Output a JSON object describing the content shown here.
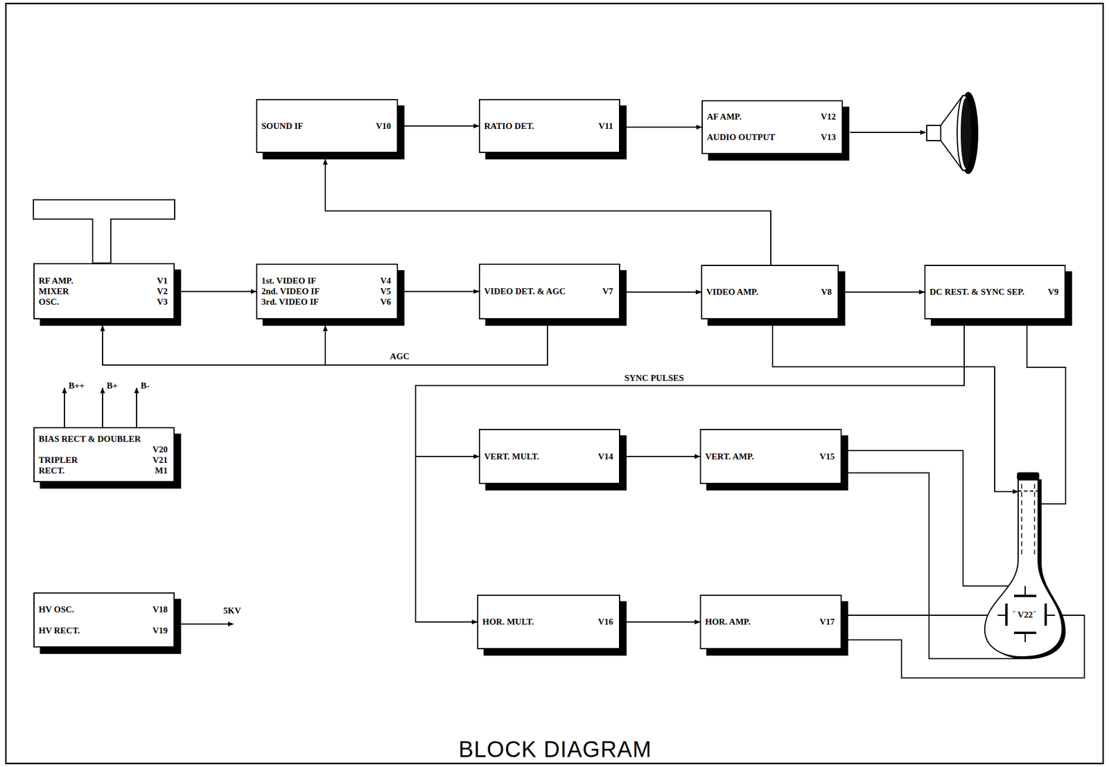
{
  "diagram": {
    "title": "BLOCK DIAGRAM",
    "nodes": [
      {
        "text": [
          "SOUND IF",
          "V10"
        ]
      },
      {
        "text": [
          "RATIO DET.",
          "V11"
        ]
      },
      {
        "text": [
          "AF AMP.",
          "V12",
          "AUDIO OUTPUT",
          "V13"
        ]
      },
      {
        "text": [
          "RF AMP.",
          "V1",
          "MIXER",
          "V2",
          "OSC.",
          "V3"
        ]
      },
      {
        "text": [
          "1st. VIDEO IF",
          "V4",
          "2nd. VIDEO IF",
          "V5",
          "3rd. VIDEO IF",
          "V6"
        ]
      },
      {
        "text": [
          "VIDEO DET. & AGC",
          "V7"
        ]
      },
      {
        "text": [
          "VIDEO AMP.",
          "V8"
        ]
      },
      {
        "text": [
          "DC REST. & SYNC SEP.",
          "V9"
        ]
      },
      {
        "text": [
          "BIAS RECT & DOUBLER",
          "V20",
          "TRIPLER",
          "V21",
          "RECT.",
          "M1"
        ]
      },
      {
        "text": [
          "VERT. MULT.",
          "V14"
        ]
      },
      {
        "text": [
          "VERT. AMP.",
          "V15"
        ]
      },
      {
        "text": [
          "V22"
        ]
      },
      {
        "text": [
          "HV OSC.",
          "V18",
          "HV RECT.",
          "V19"
        ]
      },
      {
        "text": [
          "HOR. MULT.",
          "V16"
        ]
      },
      {
        "text": [
          "HOR. AMP.",
          "V17"
        ]
      }
    ],
    "edges": [
      {
        "from": 0,
        "to": 1,
        "arrow": "to"
      },
      {
        "from": 1,
        "to": 2,
        "arrow": "to"
      },
      {
        "from": 3,
        "to": 4,
        "arrow": "to"
      },
      {
        "from": 4,
        "to": 5,
        "arrow": "to"
      },
      {
        "from": 5,
        "to": 6,
        "arrow": "to"
      },
      {
        "from": 6,
        "to": 7,
        "arrow": "to"
      },
      {
        "from": 6,
        "to": 0,
        "arrow": "to"
      },
      {
        "from": 5,
        "to": 4,
        "arrow": "to",
        "label": "AGC"
      },
      {
        "from": 5,
        "to": 3,
        "arrow": "to"
      },
      {
        "from": 7,
        "to": 9,
        "arrow": "to",
        "label": "SYNC PULSES"
      },
      {
        "from": 7,
        "to": 13,
        "arrow": "to"
      },
      {
        "from": 6,
        "to": 11,
        "arrow": "to"
      },
      {
        "from": 7,
        "to": 11,
        "arrow": "none"
      },
      {
        "from": 9,
        "to": 10,
        "arrow": "to"
      },
      {
        "from": 13,
        "to": 14,
        "arrow": "to"
      },
      {
        "from": 10,
        "to": 11,
        "arrow": "none"
      },
      {
        "from": 10,
        "to": 11,
        "arrow": "none"
      },
      {
        "from": 14,
        "to": 11,
        "arrow": "none"
      },
      {
        "from": 14,
        "to": 11,
        "arrow": "none"
      }
    ],
    "labels": [
      "B++",
      "B+",
      "B-",
      "5KV"
    ]
  }
}
